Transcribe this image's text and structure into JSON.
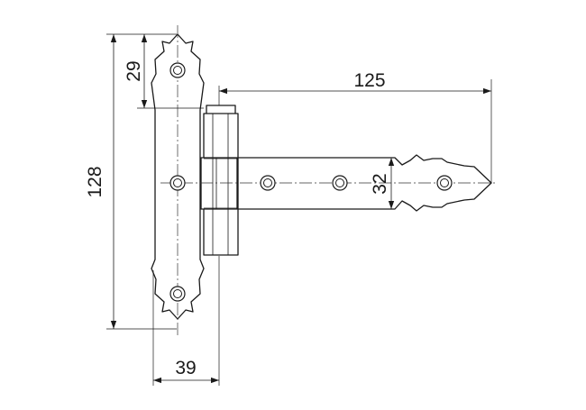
{
  "drawing": {
    "dimensions": {
      "height_total": "128",
      "top_tip": "29",
      "strap_length": "125",
      "strap_width": "32",
      "plate_width": "39"
    }
  }
}
